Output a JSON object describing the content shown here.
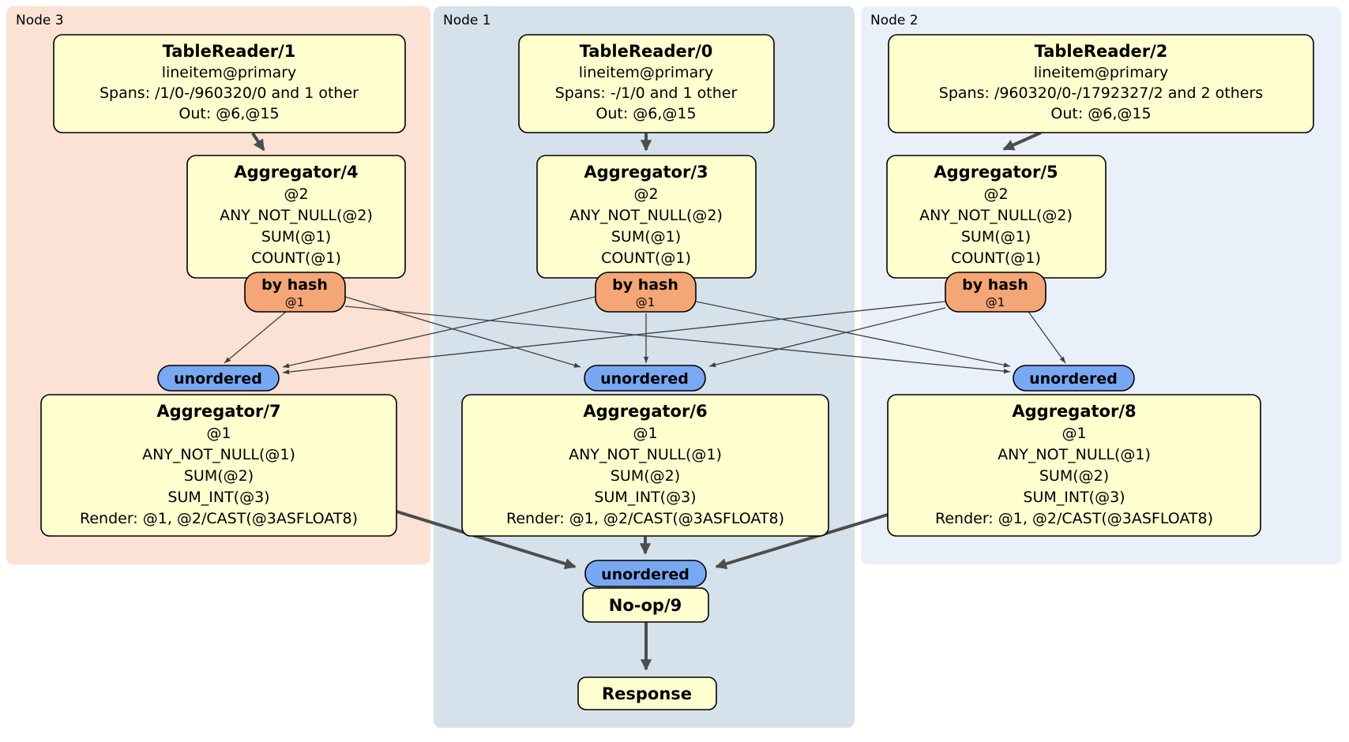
{
  "diagram": {
    "regions": {
      "node3": {
        "label": "Node 3",
        "color": "#fbe2d4"
      },
      "node1": {
        "label": "Node 1",
        "color": "#d5e2ec"
      },
      "node2": {
        "label": "Node 2",
        "color": "#eaf0f9"
      }
    },
    "palette": {
      "processor_fill": "#ffffd0",
      "router_fill": "#f5a676",
      "sync_fill": "#79a8f3",
      "edge_color": "#3f3f3f"
    },
    "processors": {
      "tr1": {
        "title": "TableReader/1",
        "table": "lineitem@primary",
        "spans": "Spans: /1/0-/960320/0 and 1 other",
        "out": "Out: @6,@15"
      },
      "tr0": {
        "title": "TableReader/0",
        "table": "lineitem@primary",
        "spans": "Spans: -/1/0 and 1 other",
        "out": "Out: @6,@15"
      },
      "tr2": {
        "title": "TableReader/2",
        "table": "lineitem@primary",
        "spans": "Spans: /960320/0-/1792327/2 and 2 others",
        "out": "Out: @6,@15"
      },
      "agg4": {
        "title": "Aggregator/4",
        "l1": "@2",
        "l2": "ANY_NOT_NULL(@2)",
        "l3": "SUM(@1)",
        "l4": "COUNT(@1)"
      },
      "agg3": {
        "title": "Aggregator/3",
        "l1": "@2",
        "l2": "ANY_NOT_NULL(@2)",
        "l3": "SUM(@1)",
        "l4": "COUNT(@1)"
      },
      "agg5": {
        "title": "Aggregator/5",
        "l1": "@2",
        "l2": "ANY_NOT_NULL(@2)",
        "l3": "SUM(@1)",
        "l4": "COUNT(@1)"
      },
      "agg7": {
        "title": "Aggregator/7",
        "l1": "@1",
        "l2": "ANY_NOT_NULL(@1)",
        "l3": "SUM(@2)",
        "l4": "SUM_INT(@3)",
        "l5": "Render: @1, @2/CAST(@3ASFLOAT8)"
      },
      "agg6": {
        "title": "Aggregator/6",
        "l1": "@1",
        "l2": "ANY_NOT_NULL(@1)",
        "l3": "SUM(@2)",
        "l4": "SUM_INT(@3)",
        "l5": "Render: @1, @2/CAST(@3ASFLOAT8)"
      },
      "agg8": {
        "title": "Aggregator/8",
        "l1": "@1",
        "l2": "ANY_NOT_NULL(@1)",
        "l3": "SUM(@2)",
        "l4": "SUM_INT(@3)",
        "l5": "Render: @1, @2/CAST(@3ASFLOAT8)"
      },
      "noop": {
        "title": "No-op/9"
      },
      "response": {
        "title": "Response"
      }
    },
    "routers": {
      "by_hash": {
        "label": "by hash",
        "detail": "@1"
      },
      "unordered": {
        "label": "unordered"
      }
    }
  }
}
